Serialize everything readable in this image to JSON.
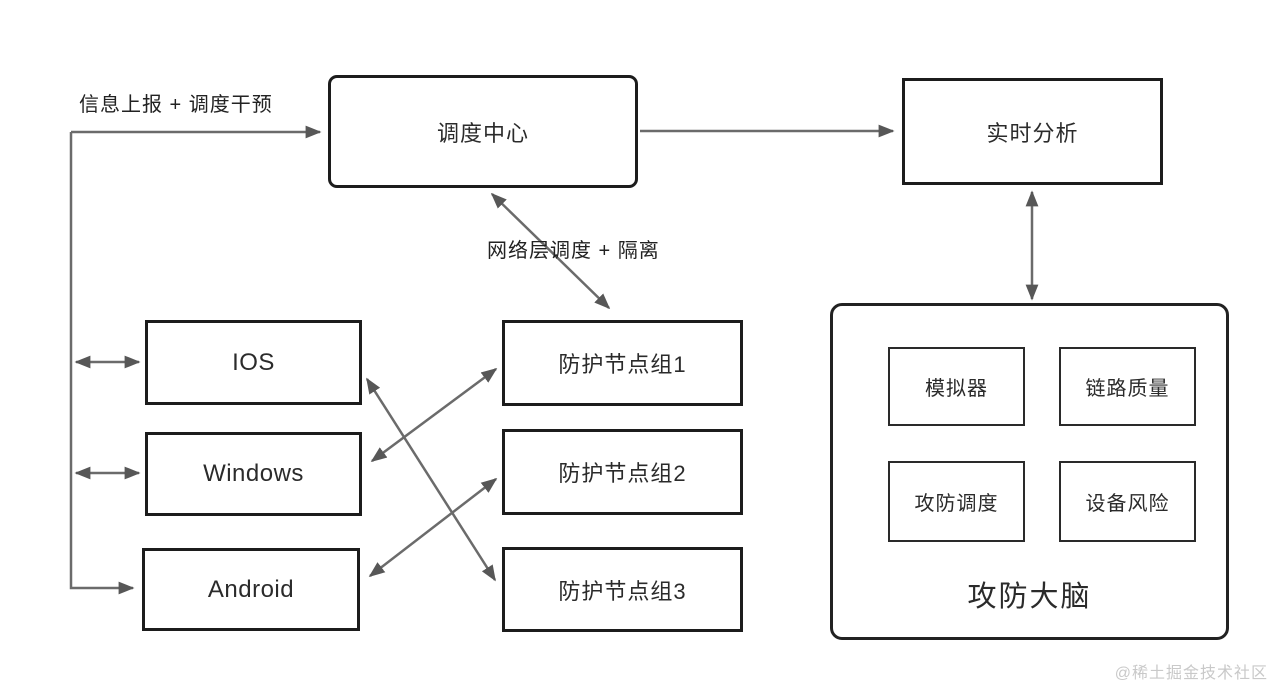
{
  "diagram": {
    "annotations": {
      "info_report": "信息上报 + 调度干预",
      "network_dispatch": "网络层调度 + 隔离"
    },
    "nodes": {
      "dispatch_center": {
        "label": "调度中心"
      },
      "realtime_analysis": {
        "label": "实时分析"
      },
      "ios": {
        "label": "IOS"
      },
      "windows": {
        "label": "Windows"
      },
      "android": {
        "label": "Android"
      },
      "protect_group_1": {
        "label": "防护节点组1"
      },
      "protect_group_2": {
        "label": "防护节点组2"
      },
      "protect_group_3": {
        "label": "防护节点组3"
      },
      "brain": {
        "label": "攻防大脑",
        "cells": [
          {
            "label": "模拟器"
          },
          {
            "label": "链路质量"
          },
          {
            "label": "攻防调度"
          },
          {
            "label": "设备风险"
          }
        ]
      }
    },
    "edges": [
      {
        "from": "device-rail",
        "to": "dispatch_center",
        "type": "arrow",
        "label": "信息上报 + 调度干预"
      },
      {
        "from": "device-rail",
        "to": "ios",
        "type": "double-arrow"
      },
      {
        "from": "device-rail",
        "to": "windows",
        "type": "double-arrow"
      },
      {
        "from": "device-rail",
        "to": "android",
        "type": "arrow"
      },
      {
        "from": "dispatch_center",
        "to": "realtime_analysis",
        "type": "arrow"
      },
      {
        "from": "dispatch_center",
        "to": "protect_group_1",
        "type": "double-arrow",
        "label": "网络层调度 + 隔离"
      },
      {
        "from": "ios",
        "to": "protect_group_3",
        "type": "double-arrow"
      },
      {
        "from": "windows",
        "to": "protect_group_1",
        "type": "double-arrow"
      },
      {
        "from": "android",
        "to": "protect_group_2",
        "type": "double-arrow"
      },
      {
        "from": "realtime_analysis",
        "to": "brain",
        "type": "double-arrow"
      }
    ],
    "watermark": "@稀土掘金技术社区",
    "colors": {
      "background": "#ffffff",
      "line": "#6b6b6b",
      "arrowhead": "#575757",
      "border": "#1c1c1c",
      "text": "#2b2b2b",
      "watermark": "#c9c9c9"
    }
  }
}
